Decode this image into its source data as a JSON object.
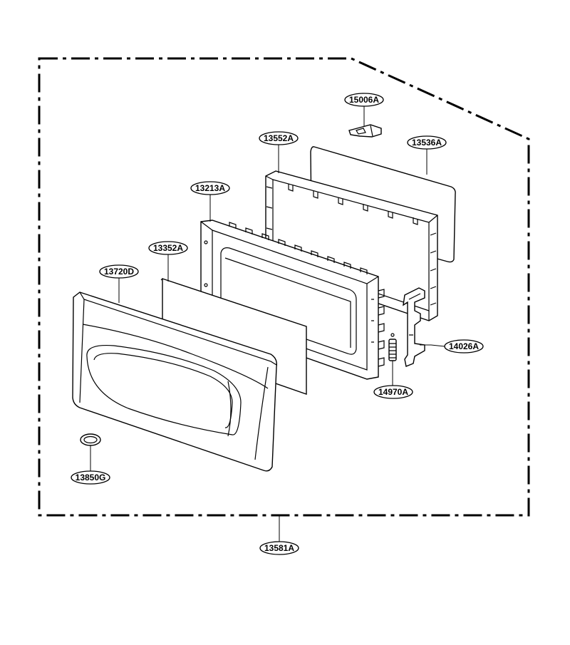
{
  "diagram": {
    "assembly_label": "13581A",
    "parts": [
      {
        "id": "latch-bracket",
        "label": "15006A"
      },
      {
        "id": "door-frame",
        "label": "13552A"
      },
      {
        "id": "choke-cover",
        "label": "13536A"
      },
      {
        "id": "door-panel",
        "label": "13213A"
      },
      {
        "id": "door-screen",
        "label": "13352A"
      },
      {
        "id": "door-front",
        "label": "13720D"
      },
      {
        "id": "latch-hook",
        "label": "14026A"
      },
      {
        "id": "latch-spring",
        "label": "14970A"
      },
      {
        "id": "door-button",
        "label": "13850G"
      }
    ]
  }
}
